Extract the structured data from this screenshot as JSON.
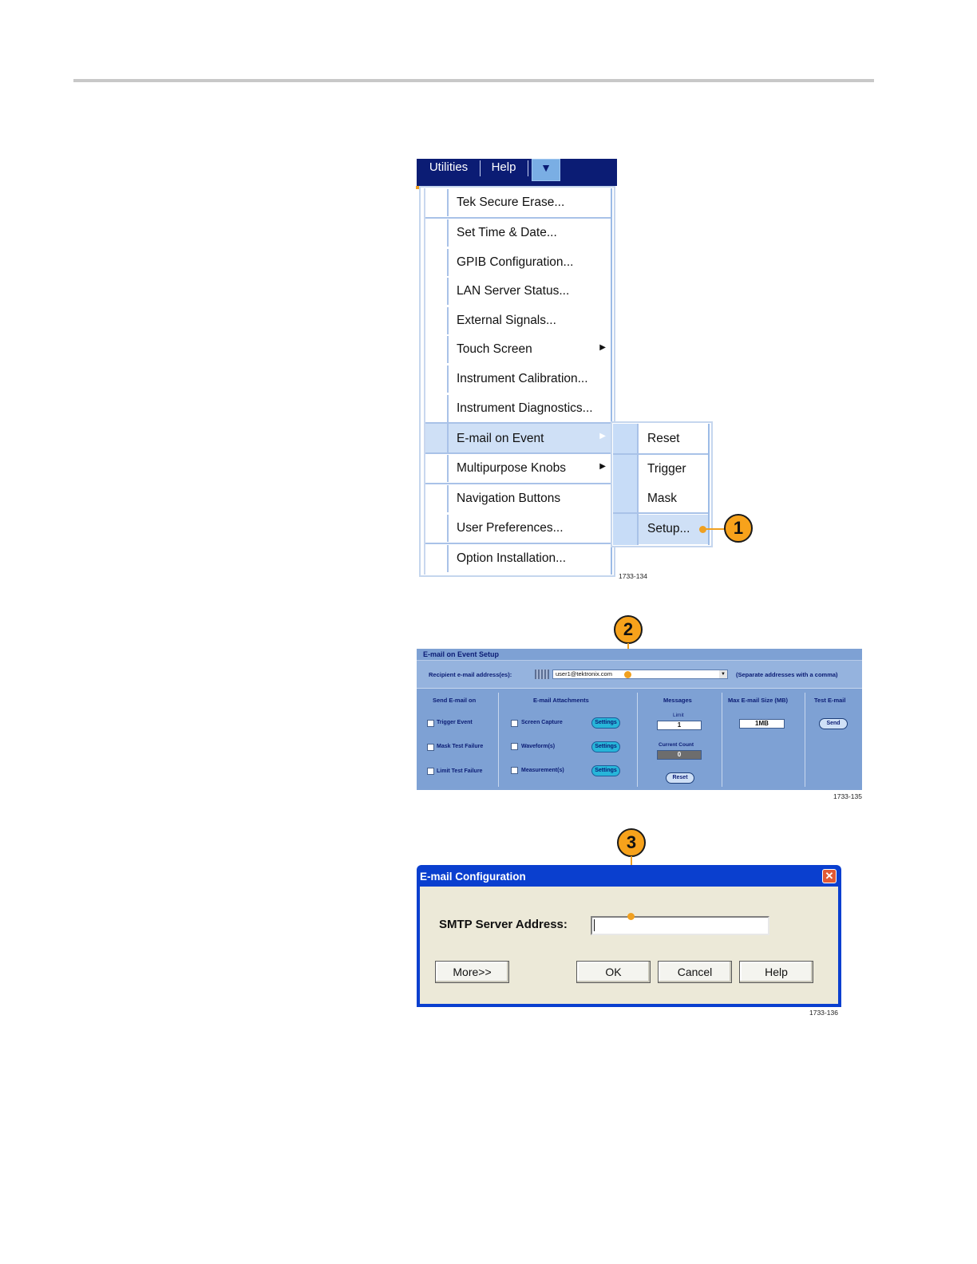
{
  "figure1": {
    "menubar": {
      "items": [
        "Utilities",
        "Help"
      ],
      "arrow": "▼"
    },
    "menu_items": [
      "Tek Secure Erase...",
      "Set Time & Date...",
      "GPIB Configuration...",
      "LAN Server Status...",
      "External Signals...",
      "Touch Screen",
      "Instrument Calibration...",
      "Instrument Diagnostics...",
      "E-mail on Event",
      "Multipurpose Knobs",
      "Navigation Buttons",
      "User Preferences...",
      "Option Installation..."
    ],
    "submenu_items": [
      "Reset",
      "Trigger",
      "Mask",
      "Setup..."
    ],
    "callout": "1",
    "figure_number": "1733-134"
  },
  "figure2": {
    "title": "E-mail on Event Setup",
    "recipient_label": "Recipient e-mail address(es):",
    "recipient_value": "user1@tektronix.com",
    "separator_note": "(Separate addresses with a comma)",
    "send_on": {
      "header": "Send E-mail on",
      "options": [
        "Trigger Event",
        "Mask Test Failure",
        "Limit Test Failure"
      ]
    },
    "attachments": {
      "header": "E-mail Attachments",
      "options": [
        "Screen Capture",
        "Waveform(s)",
        "Measurement(s)"
      ],
      "settings_label": "Settings"
    },
    "messages": {
      "header": "Messages",
      "limit_label": "Limit",
      "limit_value": "1",
      "count_label": "Current Count",
      "count_value": "0",
      "reset_label": "Reset"
    },
    "max_size": {
      "header": "Max E-mail Size (MB)",
      "value": "1MB"
    },
    "test": {
      "header": "Test E-mail",
      "send_label": "Send"
    },
    "callout": "2",
    "figure_number": "1733-135"
  },
  "figure3": {
    "title": "E-mail Configuration",
    "close": "✕",
    "smtp_label": "SMTP Server Address:",
    "smtp_value": "",
    "buttons": {
      "more": "More>>",
      "ok": "OK",
      "cancel": "Cancel",
      "help": "Help"
    },
    "callout": "3",
    "figure_number": "1733-136"
  }
}
